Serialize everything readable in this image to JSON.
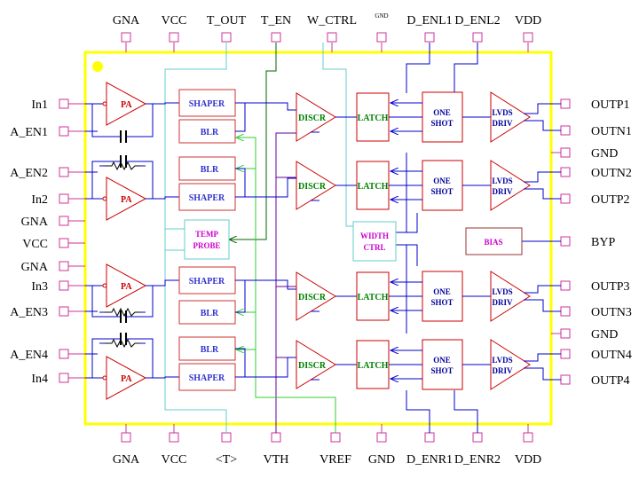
{
  "colors": {
    "chip_border": "#ffff00",
    "pin": "#cc3399",
    "block_red": "#cc0000",
    "block_blue": "#3333cc",
    "block_green": "#008000",
    "block_magenta": "#cc00cc",
    "wire_blue": "#0000cc",
    "wire_cyan": "#66cccc",
    "wire_green": "#33cc33",
    "wire_dark_green": "#006600",
    "wire_purple": "#660099",
    "marker": "#ffff00"
  },
  "pins": {
    "top": [
      "GNA",
      "VCC",
      "T_OUT",
      "T_EN",
      "W_CTRL",
      "GND",
      "D_ENL1",
      "D_ENL2",
      "VDD"
    ],
    "bottom": [
      "GNA",
      "VCC",
      "<T>",
      "VTH",
      "VREF",
      "GND",
      "D_ENR1",
      "D_ENR2",
      "VDD"
    ],
    "left": [
      "In1",
      "A_EN1",
      "A_EN2",
      "In2",
      "GNA",
      "VCC",
      "GNA",
      "In3",
      "A_EN3",
      "A_EN4",
      "In4"
    ],
    "right": [
      "OUTP1",
      "OUTN1",
      "GND",
      "OUTN2",
      "OUTP2",
      "BYP",
      "OUTP3",
      "OUTN3",
      "GND",
      "OUTN4",
      "OUTP4"
    ]
  },
  "blocks": {
    "pa": "PA",
    "shaper": "SHAPER",
    "blr": "BLR",
    "discr": "DISCR",
    "latch": "LATCH",
    "one_shot": [
      "ONE",
      "SHOT"
    ],
    "lvds": [
      "LVDS",
      "DRIV"
    ],
    "temp_probe": [
      "TEMP",
      "PROBE"
    ],
    "width_ctrl": [
      "WIDTH",
      "CTRL"
    ],
    "bias": "BIAS"
  }
}
